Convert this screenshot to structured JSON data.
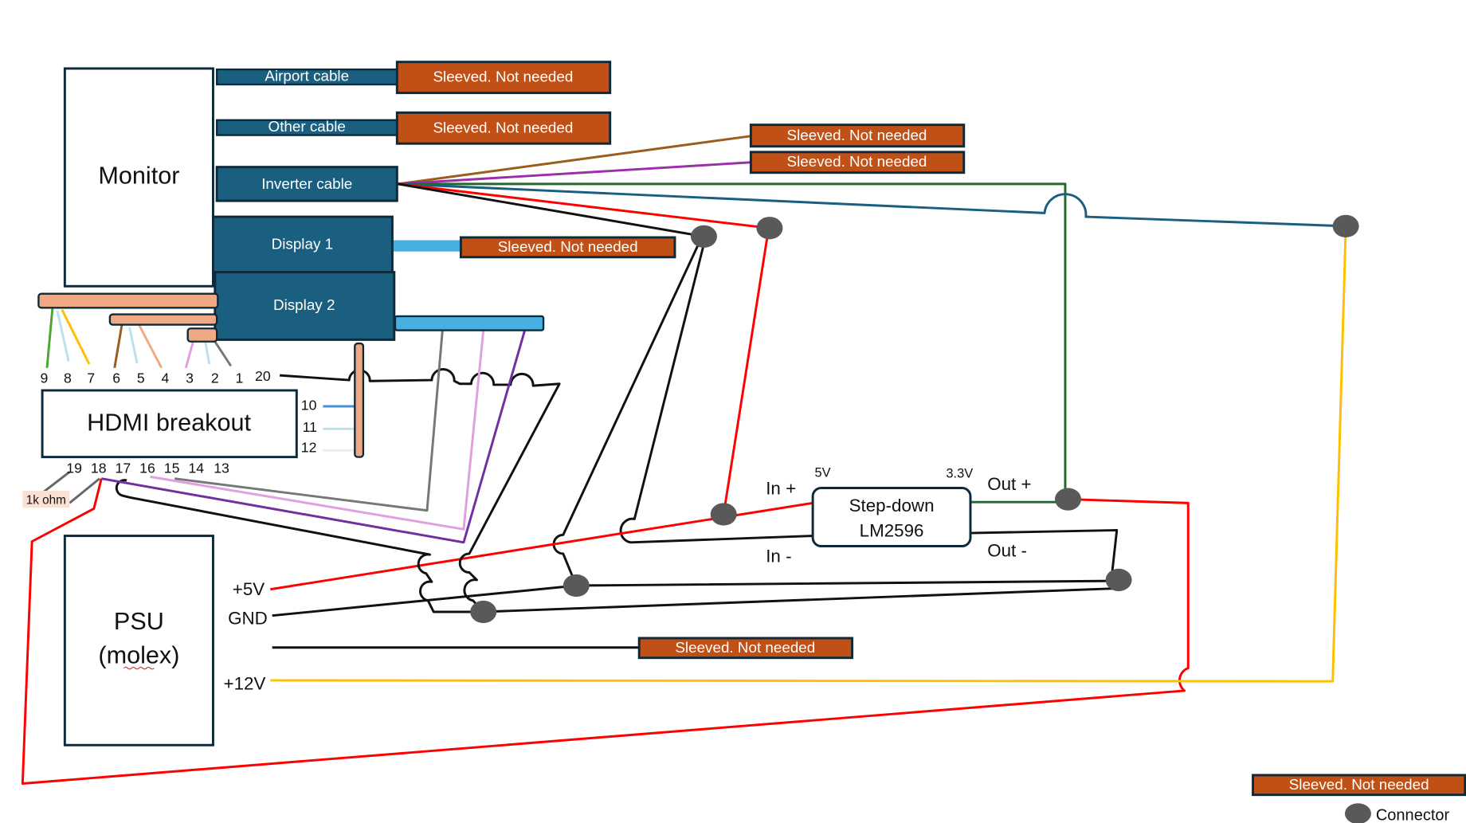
{
  "components": {
    "monitor": "Monitor",
    "hdmi_breakout": "HDMI breakout",
    "psu_line1": "PSU",
    "psu_line2": "(molex)",
    "stepdown_line1": "Step-down",
    "stepdown_line2": "LM2596"
  },
  "cables": {
    "airport": "Airport cable",
    "other": "Other cable",
    "inverter": "Inverter cable",
    "display1": "Display 1",
    "display2": "Display 2"
  },
  "sleeved_label": "Sleeved. Not needed",
  "hdmi_pins_top": [
    "9",
    "8",
    "7",
    "6",
    "5",
    "4",
    "3",
    "2",
    "1",
    "20"
  ],
  "hdmi_pins_side": [
    "10",
    "11",
    "12"
  ],
  "hdmi_pins_bottom": [
    "19",
    "18",
    "17",
    "16",
    "15",
    "14",
    "13"
  ],
  "resistor": "1k ohm",
  "psu_rails": {
    "v5": "+5V",
    "gnd": "GND",
    "v12": "+12V"
  },
  "stepdown": {
    "in_plus": "In +",
    "in_minus": "In -",
    "out_plus": "Out +",
    "out_minus": "Out -",
    "vin": "5V",
    "vout": "3.3V"
  },
  "legend": {
    "sleeved": "Sleeved. Not needed",
    "connector": "Connector"
  },
  "colors": {
    "cable_box": "#1a5e80",
    "sleeved": "#c05016",
    "connector": "#595959",
    "peach": "#f0a985",
    "red": "#ff0000",
    "yellow": "#ffc000",
    "green": "#1e6b2a",
    "blue_wire": "#1a5e80",
    "brown": "#9b5d1e",
    "purple": "#9b2fa8",
    "light_blue": "#45b0e1"
  }
}
